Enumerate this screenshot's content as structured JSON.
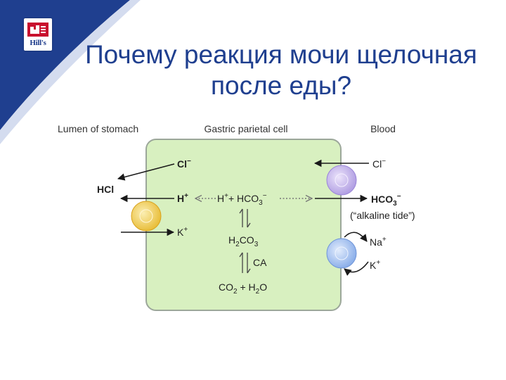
{
  "slide": {
    "logo_text": "Hill's",
    "title_line1": "Почему реакция мочи щелочная",
    "title_line2": "после еды?"
  },
  "colors": {
    "title": "#1f3f8f",
    "corner_blue": "#1f3f8f",
    "cell_fill": "#d8f0c0",
    "cell_border": "#9ca79a",
    "pump_yellow": "#f3d160",
    "pump_purple": "#c4b4ec",
    "pump_blue": "#a7c4f2"
  },
  "diagram": {
    "headers": {
      "lumen": "Lumen of stomach",
      "cell": "Gastric parietal cell",
      "blood": "Blood"
    },
    "labels": {
      "cl_cell": "Cl",
      "cl_cell_sign": "−",
      "hcl": "HCl",
      "h_cell": "H",
      "h_cell_sign": "+",
      "reaction_h": "H",
      "reaction_h_sign": "+",
      "reaction_plus": "+ HCO",
      "reaction_hco3_sub": "3",
      "reaction_hco3_sign": "−",
      "k_cell": "K",
      "k_cell_sign": "+",
      "h2co3_h": "H",
      "h2co3_sub1": "2",
      "h2co3_co": "CO",
      "h2co3_sub2": "3",
      "ca": "CA",
      "co2_co": "CO",
      "co2_sub": "2",
      "co2_plus": " + H",
      "h2o_sub": "2",
      "h2o_o": "O",
      "cl_blood": "Cl",
      "cl_blood_sign": "−",
      "hco3_blood": "HCO",
      "hco3_blood_sub": "3",
      "hco3_blood_sign": "−",
      "alkaline_tide": "(“alkaline tide”)",
      "na_blood": "Na",
      "na_blood_sign": "+",
      "k_blood": "K",
      "k_blood_sign": "+"
    }
  }
}
